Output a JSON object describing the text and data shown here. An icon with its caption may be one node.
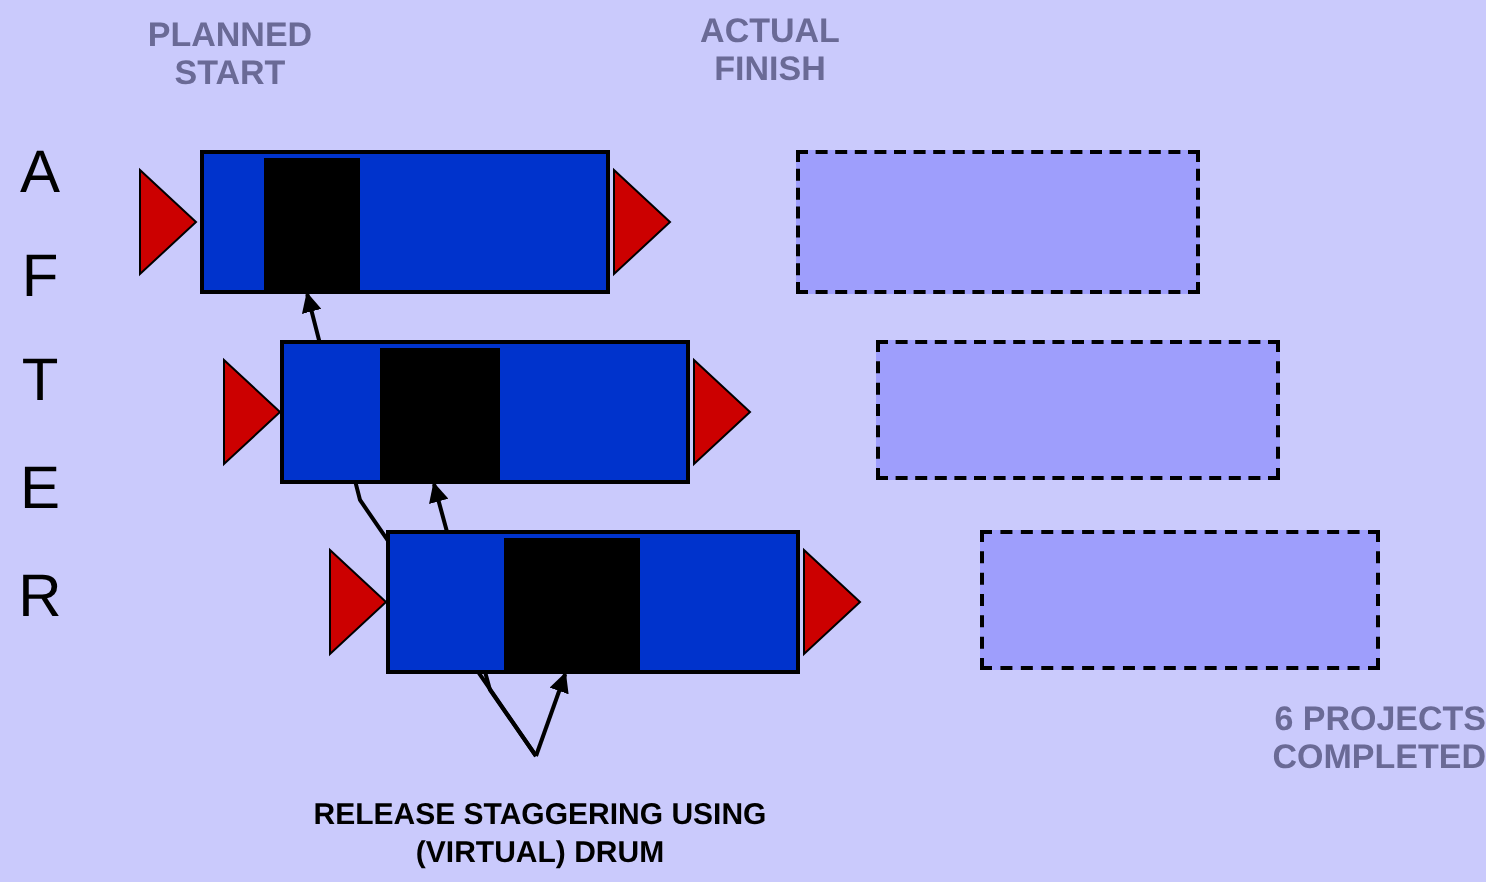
{
  "diagram": {
    "nodes": [
      {
        "text": [],
        "shape": "bar"
      },
      {
        "text": [],
        "shape": "bar"
      },
      {
        "text": [],
        "shape": "bar"
      },
      {
        "text": [],
        "shape": "box",
        "in": 0
      },
      {
        "text": [],
        "shape": "box",
        "in": 1
      },
      {
        "text": [],
        "shape": "box",
        "in": 2
      },
      {
        "text": [],
        "shape": "box"
      },
      {
        "text": [],
        "shape": "box"
      },
      {
        "text": [],
        "shape": "box"
      },
      {
        "text": [
          "RELEASE STAGGERING USING (VIRTUAL) DRUM"
        ]
      }
    ],
    "edges": [
      {
        "from": 9,
        "to": 3,
        "arrow": "to"
      },
      {
        "from": 9,
        "to": 4,
        "arrow": "to"
      },
      {
        "from": 9,
        "to": 5,
        "arrow": "to"
      }
    ],
    "labels": [
      "PLANNED START",
      "ACTUAL FINISH",
      "A",
      "F",
      "T",
      "E",
      "R",
      "6 PROJECTS COMPLETED"
    ]
  }
}
